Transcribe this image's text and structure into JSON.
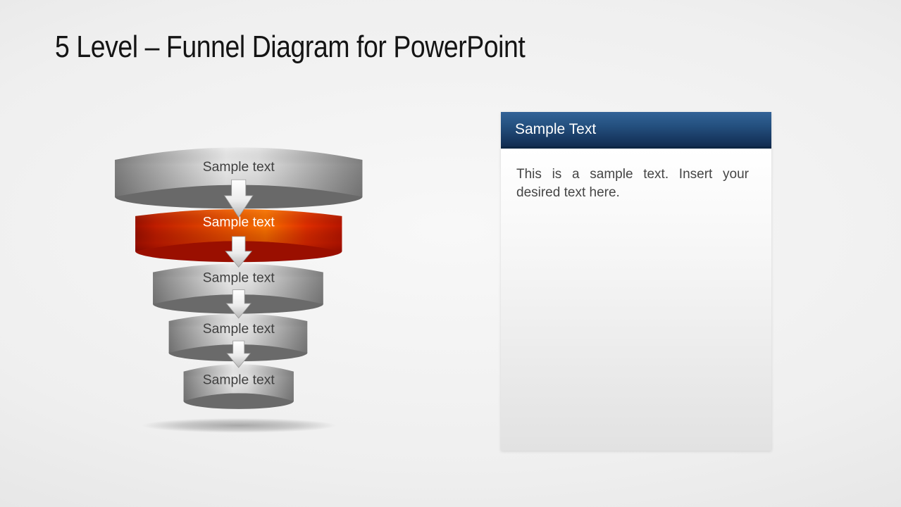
{
  "slide": {
    "title": "5 Level – Funnel Diagram for PowerPoint"
  },
  "funnel": {
    "levels": [
      {
        "label": "Sample text",
        "highlighted": false,
        "body_color": "#e9e9e9",
        "underside_color": "#6a6a6a",
        "text_color": "#3f3f3f"
      },
      {
        "label": "Sample text",
        "highlighted": true,
        "body_color": "#fa7100",
        "underside_color": "#9a0f00",
        "text_color": "#ffffff"
      },
      {
        "label": "Sample text",
        "highlighted": false,
        "body_color": "#e9e9e9",
        "underside_color": "#6a6a6a",
        "text_color": "#3f3f3f"
      },
      {
        "label": "Sample text",
        "highlighted": false,
        "body_color": "#e9e9e9",
        "underside_color": "#6a6a6a",
        "text_color": "#3f3f3f"
      },
      {
        "label": "Sample text",
        "highlighted": false,
        "body_color": "#e9e9e9",
        "underside_color": "#6a6a6a",
        "text_color": "#3f3f3f"
      }
    ],
    "arrow_icon": "down-arrow-icon",
    "arrow_color": "#e8e8e8",
    "accent_color": "#e94e00"
  },
  "panel": {
    "header_title": "Sample Text",
    "header_color_top": "#336397",
    "header_color_bottom": "#122c50",
    "body_text": "This is a sample text. Insert your desired text here."
  }
}
